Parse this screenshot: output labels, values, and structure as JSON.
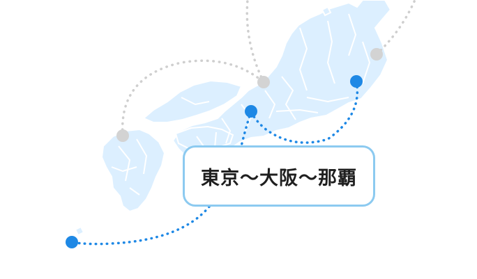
{
  "route": {
    "title": "東京〜大阪〜那覇"
  },
  "colors": {
    "land": "#dcefff",
    "land_border": "#ffffff",
    "active_route": "#1e88e5",
    "inactive_route": "#cfcfcf",
    "active_point": "#1e88e5",
    "inactive_point": "#d3d3d3",
    "label_border": "#8ccaf0",
    "label_text": "#1f1f1f"
  },
  "map": {
    "region": "japan",
    "active_stops": [
      "tokyo",
      "osaka",
      "naha"
    ],
    "inactive_points": 3
  }
}
